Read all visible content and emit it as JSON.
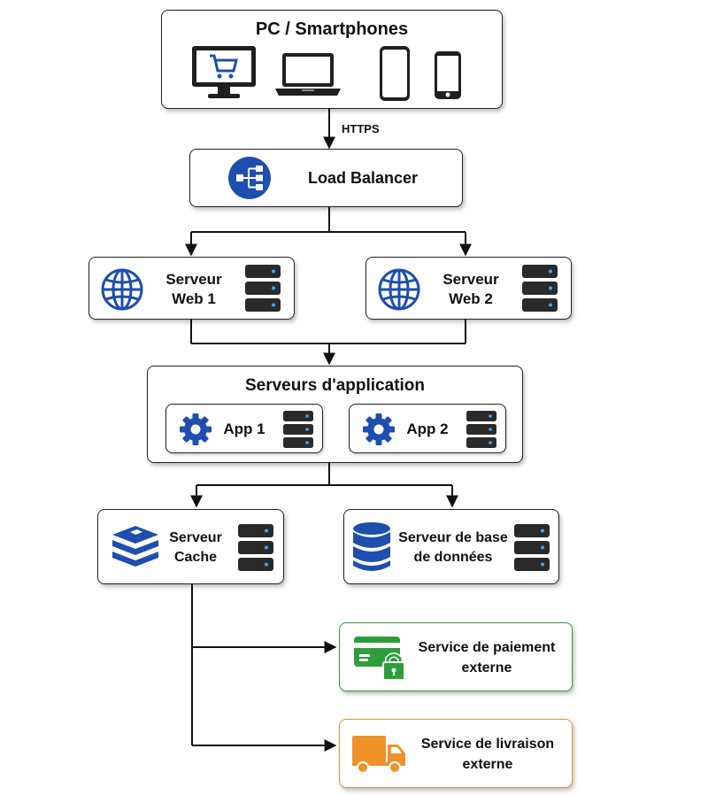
{
  "clients": {
    "title": "PC / Smartphones"
  },
  "edges": {
    "https": "HTTPS"
  },
  "load_balancer": {
    "label": "Load Balancer"
  },
  "web_servers": [
    {
      "label_line1": "Serveur",
      "label_line2": "Web 1"
    },
    {
      "label_line1": "Serveur",
      "label_line2": "Web 2"
    }
  ],
  "app_servers": {
    "title": "Serveurs d'application",
    "apps": [
      {
        "label": "App 1"
      },
      {
        "label": "App 2"
      }
    ]
  },
  "cache_server": {
    "label_line1": "Serveur",
    "label_line2": "Cache"
  },
  "db_server": {
    "label_line1": "Serveur de base",
    "label_line2": "de données"
  },
  "payment_service": {
    "label_line1": "Service de paiement",
    "label_line2": "externe",
    "color": "#2e9e3a"
  },
  "delivery_service": {
    "label_line1": "Service de livraison",
    "label_line2": "externe",
    "color": "#f0912a"
  },
  "colors": {
    "primary_blue": "#1e4fae",
    "server_dark": "#2a2a2a"
  }
}
